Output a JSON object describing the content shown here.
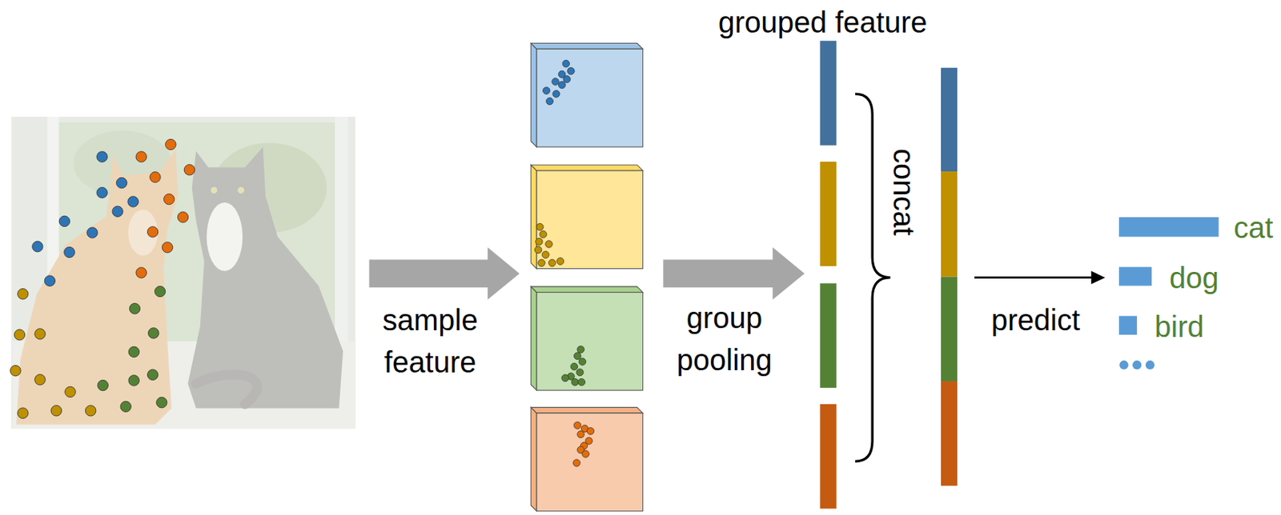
{
  "diagram": {
    "labels": [
      "grouped feature",
      "sample feature",
      "group pooling",
      "concat",
      "predict",
      "cat",
      "dog",
      "bird"
    ]
  }
}
